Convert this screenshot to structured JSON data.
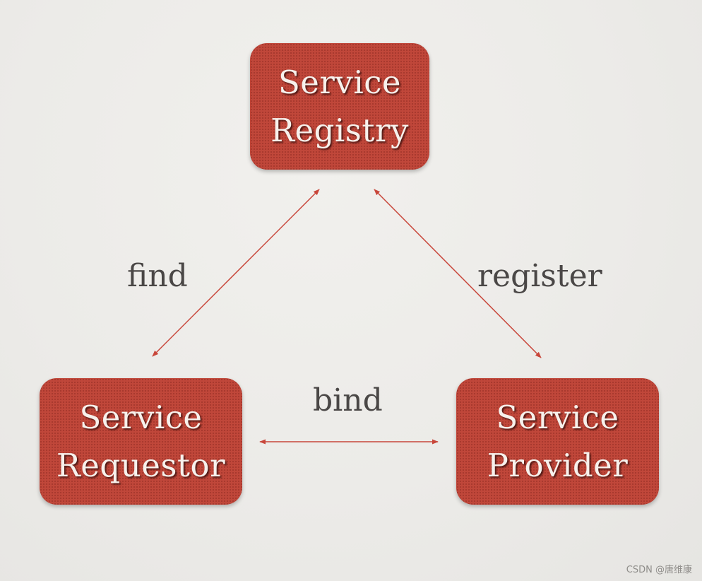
{
  "nodes": {
    "registry": {
      "line1": "Service",
      "line2": "Registry"
    },
    "requestor": {
      "line1": "Service",
      "line2": "Requestor"
    },
    "provider": {
      "line1": "Service",
      "line2": "Provider"
    }
  },
  "edges": {
    "find": "find",
    "register": "register",
    "bind": "bind"
  },
  "colors": {
    "node_fill": "#c0473a",
    "arrow": "#c8463a",
    "label_text": "#4a4746"
  },
  "watermark": "CSDN @唐维康"
}
